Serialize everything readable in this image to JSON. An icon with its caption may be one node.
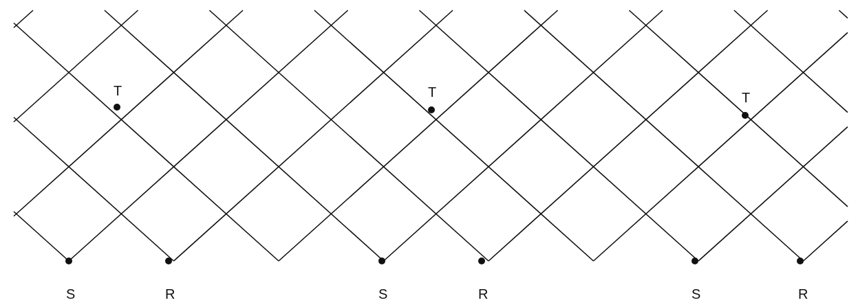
{
  "diagram": {
    "labels": [
      "T",
      "T",
      "T",
      "S",
      "R",
      "S",
      "R",
      "S",
      "R"
    ]
  }
}
